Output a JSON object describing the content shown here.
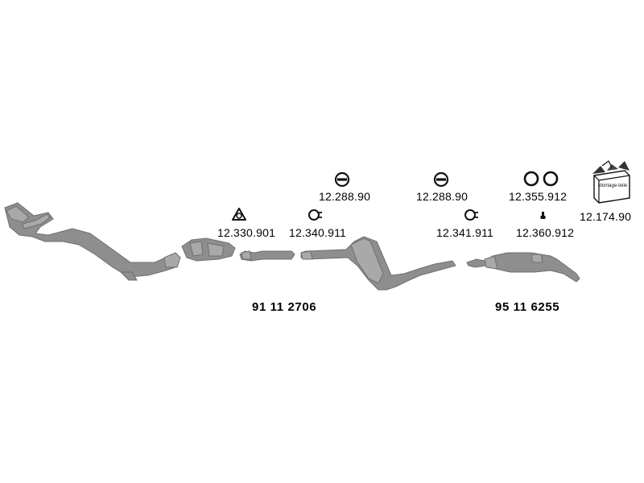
{
  "parts": {
    "gasket_1": "12.288.90",
    "gasket_2": "12.288.90",
    "rings": "12.355.912",
    "mounting_kit": "12.174.90",
    "kit_box_text": "Montage-teile",
    "flange_gasket": "12.330.901",
    "clamp_1": "12.340.911",
    "clamp_2": "12.341.911",
    "bolt": "12.360.912",
    "middle_silencer": "91 11 2706",
    "rear_silencer": "95 11 6255"
  },
  "colors": {
    "part_fill": "#8e8e8e",
    "part_stroke": "#6f6f6f",
    "ink": "#111111"
  }
}
